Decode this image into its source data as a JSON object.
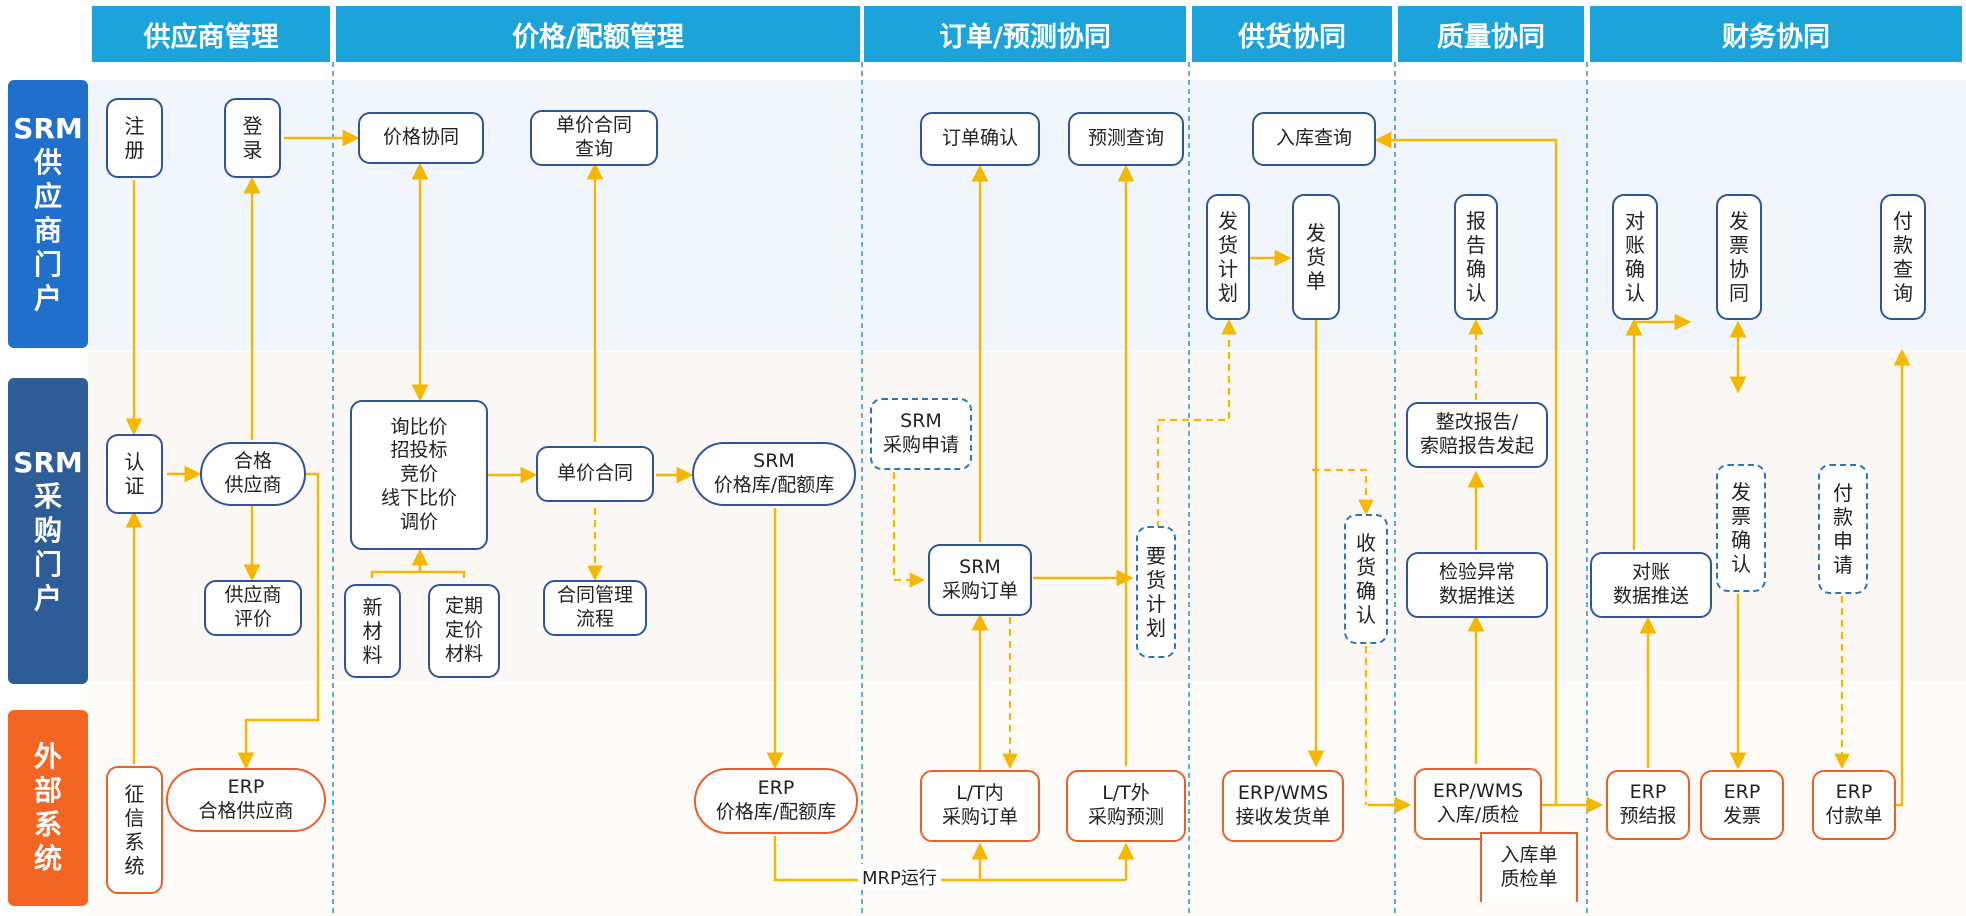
{
  "headers": [
    "供应商管理",
    "价格/配额管理",
    "订单/预测协同",
    "供货协同",
    "质量协同",
    "财务协同"
  ],
  "rows": {
    "srm_supplier_portal": "SRM\n供\n应\n商\n门\n户",
    "srm_purchase_portal": "SRM\n采\n购\n门\n户",
    "external_system": "外\n部\n系\n统"
  },
  "boxes": {
    "register": "注\n册",
    "login": "登\n录",
    "certify": "认\n证",
    "qualified_supplier": "合格\n供应商",
    "supplier_evaluation": "供应商\n评价",
    "credit_system": "征\n信\n系\n统",
    "erp_qualified_supplier": "ERP\n合格供应商",
    "price_collab": "价格协同",
    "unit_contract_query": "单价合同\n查询",
    "bidding": "询比价\n招投标\n竞价\n线下比价\n调价",
    "new_material": "新\n材\n料",
    "periodic_pricing": "定期\n定价\n材料",
    "unit_contract": "单价合同",
    "contract_process": "合同管理\n流程",
    "srm_price_quota": "SRM\n价格库/配额库",
    "erp_price_quota": "ERP\n价格库/配额库",
    "order_confirm": "订单确认",
    "forecast_query": "预测查询",
    "srm_purchase_request": "SRM\n采购申请",
    "srm_purchase_order": "SRM\n采购订单",
    "demand_plan": "要\n货\n计\n划",
    "lt_internal_po": "L/T内\n采购订单",
    "lt_external_forecast": "L/T外\n采购预测",
    "mrp_run": "MRP运行",
    "inbound_query": "入库查询",
    "ship_plan": "发\n货\n计\n划",
    "ship_note": "发\n货\n单",
    "receive_confirm": "收\n货\n确\n认",
    "erp_wms_receive": "ERP/WMS\n接收发货单",
    "report_confirm": "报\n告\n确\n认",
    "rectify_report": "整改报告/\n索赔报告发起",
    "inspection_push": "检验异常\n数据推送",
    "erp_wms_inspect": "ERP/WMS\n入库/质检",
    "inbound_doc": "入库单\n质检单",
    "reconcile_confirm": "对\n账\n确\n认",
    "invoice_collab": "发\n票\n协\n同",
    "payment_query": "付\n款\n查\n询",
    "reconcile_push": "对账\n数据推送",
    "invoice_confirm": "发\n票\n确\n认",
    "payment_request": "付\n款\n申\n请",
    "erp_pre_settle": "ERP\n预结报",
    "erp_invoice": "ERP\n发票",
    "erp_payment": "ERP\n付款单"
  },
  "colors": {
    "header": "#1ca3d9",
    "row_supplier": "#1f6fcb",
    "row_purchase": "#2e5c96",
    "row_external": "#f26522",
    "box_border": "#2f5597",
    "external_border": "#e8602c",
    "arrow": "#f5b800",
    "divider": "#2e9bd6"
  }
}
